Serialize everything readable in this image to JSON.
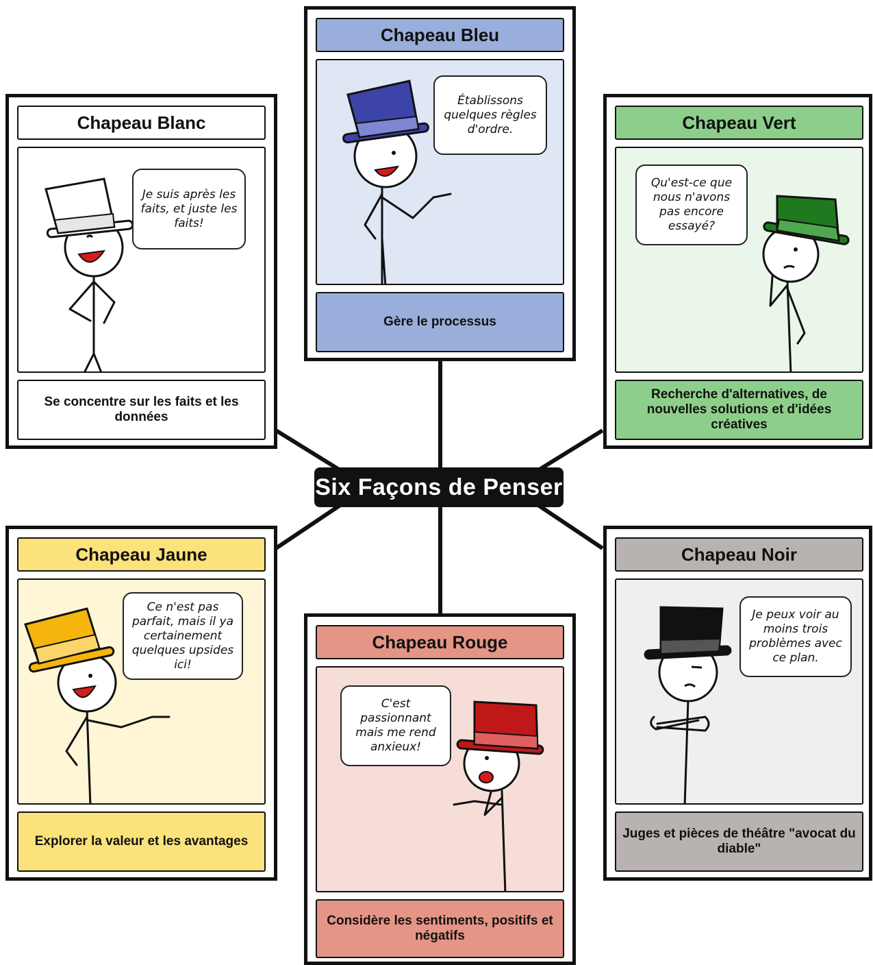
{
  "title": "Six Façons de Penser",
  "hats": {
    "blue": {
      "name": "Chapeau Bleu",
      "speech": "Établissons quelques règles d'ordre.",
      "caption": "Gère le processus",
      "colors": {
        "header": "#9aaedb",
        "scene": "#dfe6f4",
        "caption": "#9aaedb",
        "hat": "#3c44a8",
        "band": "#7f86d3"
      }
    },
    "white": {
      "name": "Chapeau Blanc",
      "speech": "Je suis après les faits, et juste les faits!",
      "caption": "Se concentre sur les faits et les données",
      "colors": {
        "header": "#ffffff",
        "scene": "#ffffff",
        "caption": "#ffffff",
        "hat": "#ffffff",
        "band": "#e6e6e6"
      }
    },
    "green": {
      "name": "Chapeau Vert",
      "speech": "Qu'est-ce que nous n'avons pas encore essayé?",
      "caption": "Recherche d'alternatives, de nouvelles solutions et d'idées créatives",
      "colors": {
        "header": "#8dcf8a",
        "scene": "#eaf6ea",
        "caption": "#8dcf8a",
        "hat": "#1f7a1f",
        "band": "#4fa84f"
      }
    },
    "yellow": {
      "name": "Chapeau Jaune",
      "speech": "Ce n'est pas parfait, mais il ya certainement quelques upsides ici!",
      "caption": "Explorer la valeur et les avantages",
      "colors": {
        "header": "#fbe27a",
        "scene": "#fef6d6",
        "caption": "#fbe27a",
        "hat": "#f5b50c",
        "band": "#fcd56a"
      }
    },
    "red": {
      "name": "Chapeau Rouge",
      "speech": "C'est passionnant mais me rend anxieux!",
      "caption": "Considère les sentiments, positifs et négatifs",
      "colors": {
        "header": "#e59586",
        "scene": "#f6ddd8",
        "caption": "#e59586",
        "hat": "#c01818",
        "band": "#e06060"
      }
    },
    "black": {
      "name": "Chapeau Noir",
      "speech": "Je peux voir au moins trois problèmes avec ce plan.",
      "caption": "Juges et pièces de théâtre \"avocat du diable\"",
      "colors": {
        "header": "#b8b3b0",
        "scene": "#efefef",
        "caption": "#b8b3b0",
        "hat": "#111111",
        "band": "#555555"
      }
    }
  }
}
